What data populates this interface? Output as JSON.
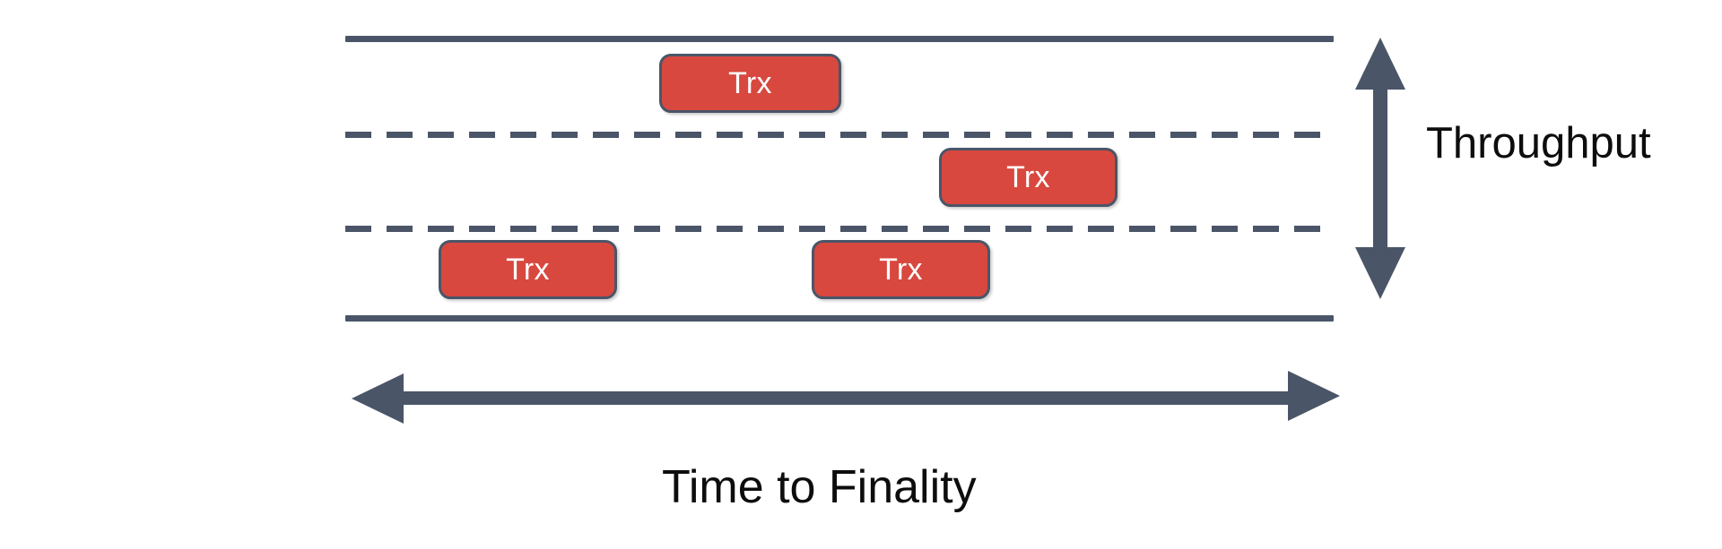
{
  "diagram": {
    "title_vertical_axis": "Throughput",
    "title_horizontal_axis": "Time to Finality",
    "colors": {
      "line": "#4a5568",
      "block_fill": "#d8483f",
      "block_border": "#4a5568",
      "block_text": "#ffffff",
      "label_text": "#0d0d0d",
      "background": "#ffffff"
    },
    "lanes": [
      {
        "name": "top-boundary",
        "style": "solid"
      },
      {
        "name": "divider-upper",
        "style": "dashed"
      },
      {
        "name": "divider-lower",
        "style": "dashed"
      },
      {
        "name": "bottom-boundary",
        "style": "solid"
      }
    ],
    "transactions": [
      {
        "label": "Trx",
        "lane": 1
      },
      {
        "label": "Trx",
        "lane": 2
      },
      {
        "label": "Trx",
        "lane": 3
      },
      {
        "label": "Trx",
        "lane": 3
      }
    ],
    "arrows": [
      {
        "name": "throughput-arrow",
        "orientation": "vertical",
        "heads": "both"
      },
      {
        "name": "time-to-finality-arrow",
        "orientation": "horizontal",
        "heads": "both"
      }
    ]
  }
}
